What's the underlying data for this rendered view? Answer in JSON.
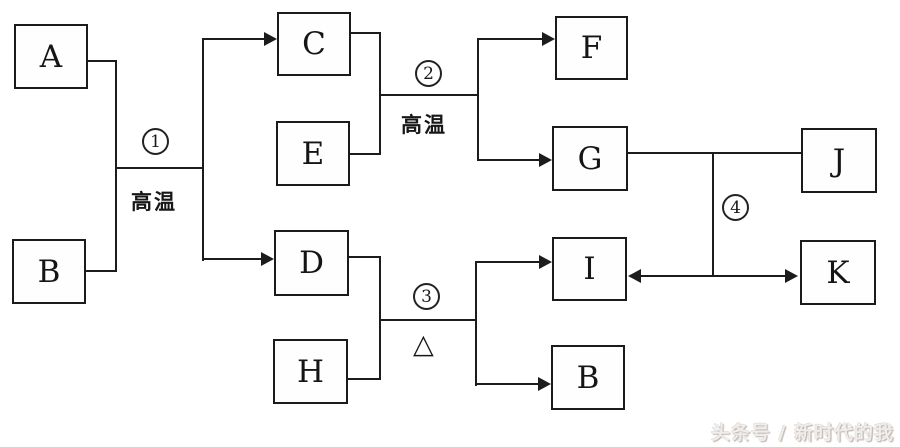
{
  "diagram": {
    "nodes": {
      "A": "A",
      "B": "B",
      "C": "C",
      "D": "D",
      "E": "E",
      "F": "F",
      "G": "G",
      "H": "H",
      "I": "I",
      "J": "J",
      "K": "K"
    },
    "reactions": {
      "r1": {
        "number": "1",
        "condition": "高温",
        "reactants": [
          "A",
          "B"
        ],
        "products": [
          "C",
          "D"
        ]
      },
      "r2": {
        "number": "2",
        "condition": "高温",
        "reactants": [
          "C",
          "E"
        ],
        "products": [
          "F",
          "G"
        ]
      },
      "r3": {
        "number": "3",
        "condition": "△",
        "reactants": [
          "D",
          "H"
        ],
        "products": [
          "I",
          "B"
        ]
      },
      "r4": {
        "number": "4",
        "reactants": [
          "G",
          "J"
        ],
        "products": [
          "I",
          "K"
        ]
      }
    },
    "colors": {
      "line": "#1c1c1c",
      "box_border": "#1b1b1b",
      "background": "#ffffff"
    }
  },
  "watermark": {
    "text": "头条号 / 新时代的我",
    "color": "#f1edea"
  }
}
